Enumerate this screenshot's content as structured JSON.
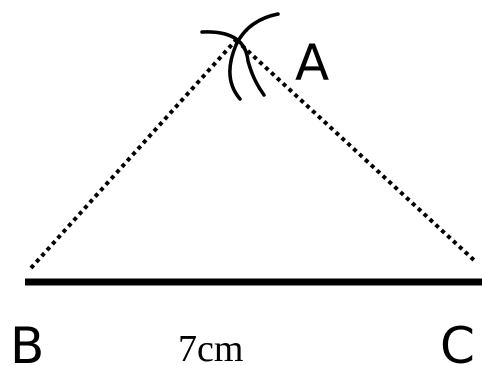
{
  "labels": {
    "vertex_a": "A",
    "vertex_b": "B",
    "vertex_c": "C",
    "base_length": "7cm"
  },
  "colors": {
    "ink": "#000000",
    "background": "#ffffff"
  }
}
